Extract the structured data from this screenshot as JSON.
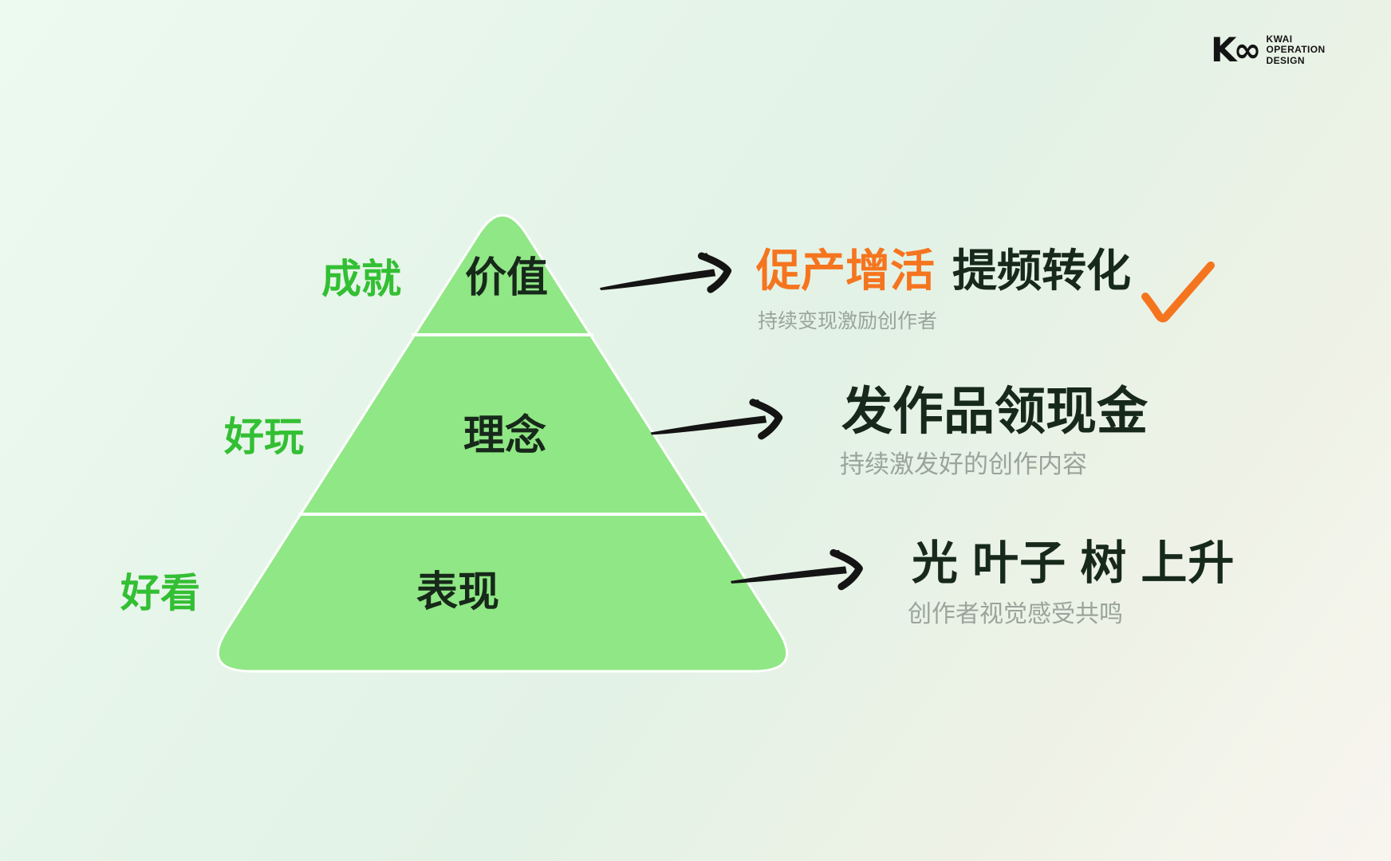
{
  "colors": {
    "background_top_left": "#edfaf0",
    "background_mid": "#e3f2e6",
    "background_bottom_right": "#f8f5ef",
    "pyramid_fill": "#90e785",
    "pyramid_outline": "#ffffff",
    "label_green": "#33bf33",
    "accent_orange": "#f5751f",
    "text_dark": "#17291a",
    "text_gray": "#9aa49b",
    "arrow_black": "#141414"
  },
  "logo": {
    "mark_display": "K∞",
    "lines": [
      "KWAI",
      "OPERATION",
      "DESIGN"
    ]
  },
  "pyramid": {
    "tiers": [
      {
        "side_label": "成就",
        "tier_label": "价值"
      },
      {
        "side_label": "好玩",
        "tier_label": "理念"
      },
      {
        "side_label": "好看",
        "tier_label": "表现"
      }
    ]
  },
  "annotations": [
    {
      "headline_accent": "促产增活",
      "headline_rest": "提频转化",
      "subtitle": "持续变现激励创作者"
    },
    {
      "headline": "发作品领现金",
      "subtitle": "持续激发好的创作内容"
    },
    {
      "headline": "光 叶子 树 上升",
      "subtitle": "创作者视觉感受共鸣"
    }
  ]
}
